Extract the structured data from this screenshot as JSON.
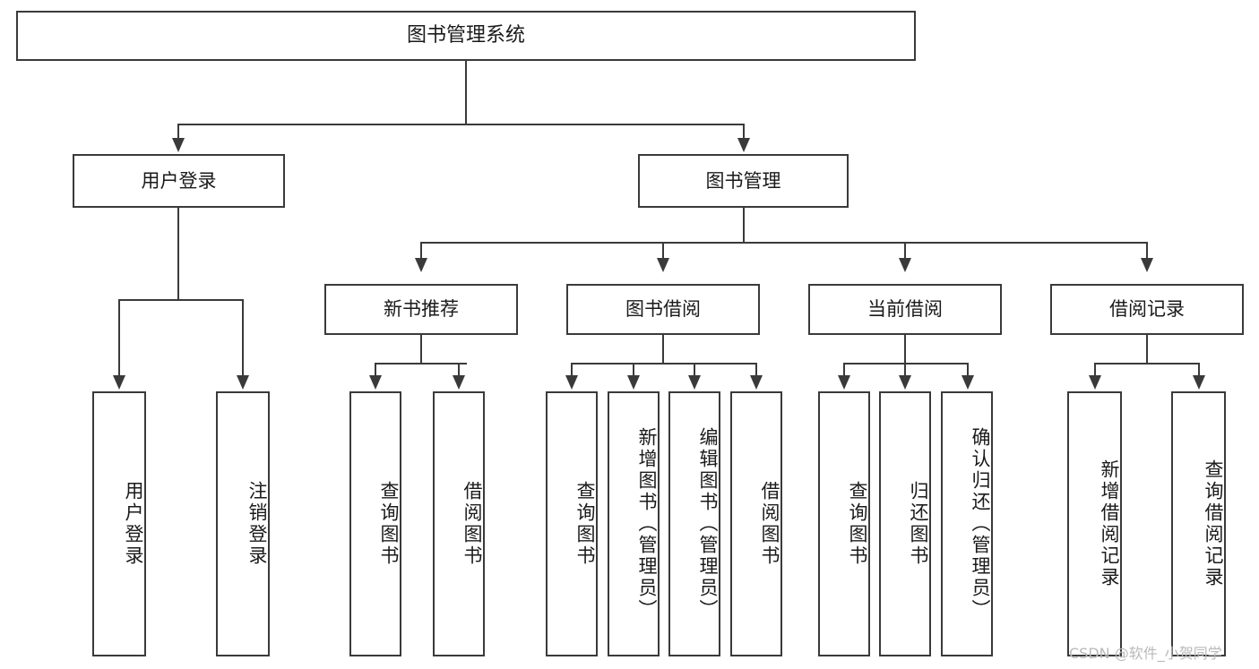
{
  "diagram": {
    "type": "tree",
    "title": "图书管理系统",
    "root": {
      "label": "图书管理系统"
    },
    "level2": [
      {
        "label": "用户登录"
      },
      {
        "label": "图书管理"
      }
    ],
    "level3": [
      {
        "label": "新书推荐"
      },
      {
        "label": "图书借阅"
      },
      {
        "label": "当前借阅"
      },
      {
        "label": "借阅记录"
      }
    ],
    "leaves": {
      "user_login": [
        {
          "label": "用户登录"
        },
        {
          "label": "注销登录"
        }
      ],
      "new_book_recommend": [
        {
          "label": "查询图书"
        },
        {
          "label": "借阅图书"
        }
      ],
      "book_borrow": [
        {
          "label": "查询图书"
        },
        {
          "label": "新增图书（管理员）"
        },
        {
          "label": "编辑图书（管理员）"
        },
        {
          "label": "借阅图书"
        }
      ],
      "current_borrow": [
        {
          "label": "查询图书"
        },
        {
          "label": "归还图书"
        },
        {
          "label": "确认归还（管理员）"
        }
      ],
      "borrow_record": [
        {
          "label": "新增借阅记录"
        },
        {
          "label": "查询借阅记录"
        }
      ]
    }
  },
  "watermark": {
    "text": "CSDN @软件_小贺同学"
  },
  "colors": {
    "background": "#ffffff",
    "box_fill": "#ffffff",
    "stroke": "#3a3a3a",
    "text": "#1a1a1a",
    "watermark": "#b9b9b9"
  }
}
